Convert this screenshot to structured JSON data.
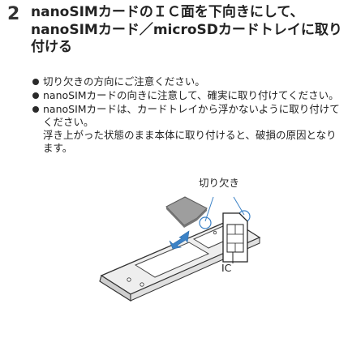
{
  "step": {
    "number": "2",
    "title": "nanoSIMカードのＩＣ面を下向きにして、nanoSIMカード／microSDカードトレイに取り付ける"
  },
  "bullets": [
    {
      "text": "切り欠きの方向にご注意ください。"
    },
    {
      "text": "nanoSIMカードの向きに注意して、確実に取り付けてください。"
    },
    {
      "text": "nanoSIMカードは、カードトレイから浮かないように取り付けてください。",
      "note": "浮き上がった状態のまま本体に取り付けると、破損の原因となります。"
    }
  ],
  "figure": {
    "notch_label": "切り欠き",
    "ic_label": "IC",
    "colors": {
      "card": "#9e9e9e",
      "card_edge": "#5a5a5a",
      "arrow": "#3c82c6",
      "callout": "#3c82c6",
      "tray": "#eeeeee",
      "tray_edge": "#333333"
    }
  }
}
